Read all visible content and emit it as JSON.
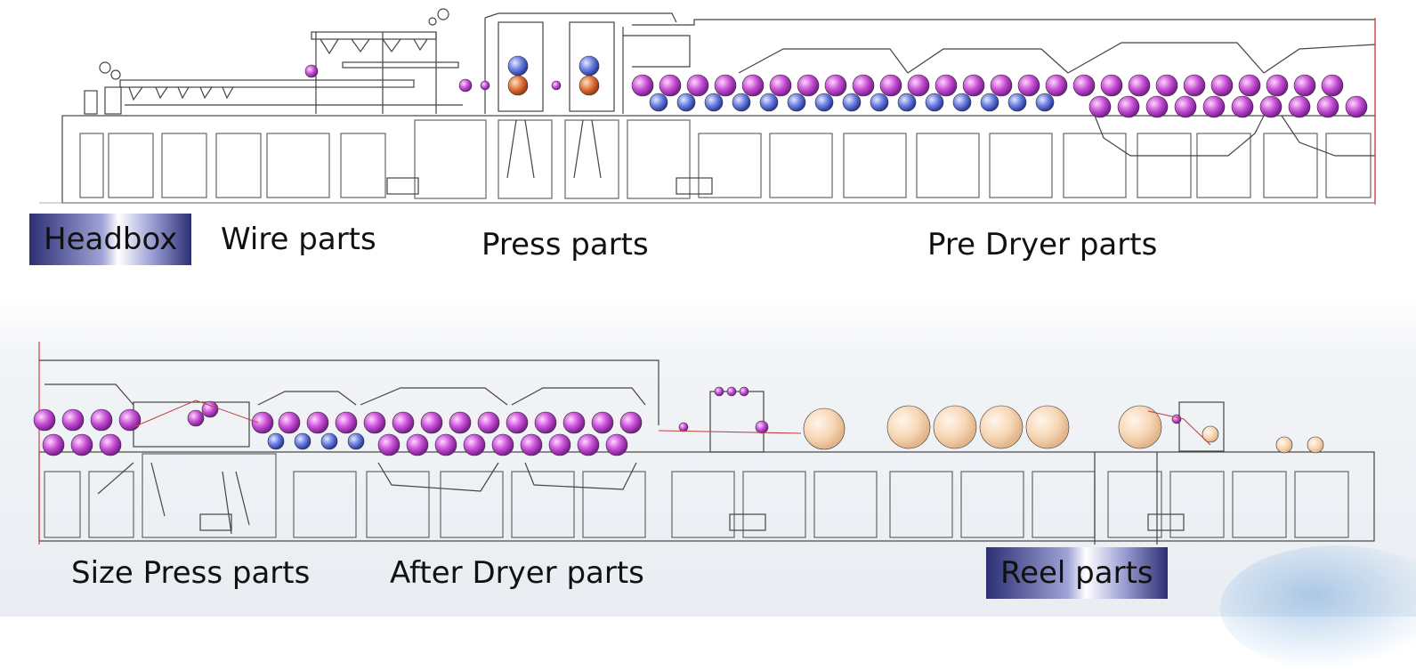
{
  "labels": {
    "headbox": "Headbox",
    "wire": "Wire parts",
    "press": "Press parts",
    "pre_dryer": "Pre Dryer parts",
    "size_press": "Size Press parts",
    "after_dryer": "After Dryer parts",
    "reel": "Reel parts"
  },
  "colors": {
    "line": "#444444",
    "magenta_roll": "#c04ad2",
    "blue_roll": "#5a6fd8",
    "orange_roll": "#e07a3a",
    "cream_roll": "#f6d6b3",
    "badge_dark": "#2c2f74",
    "frame_red": "#d04040"
  }
}
